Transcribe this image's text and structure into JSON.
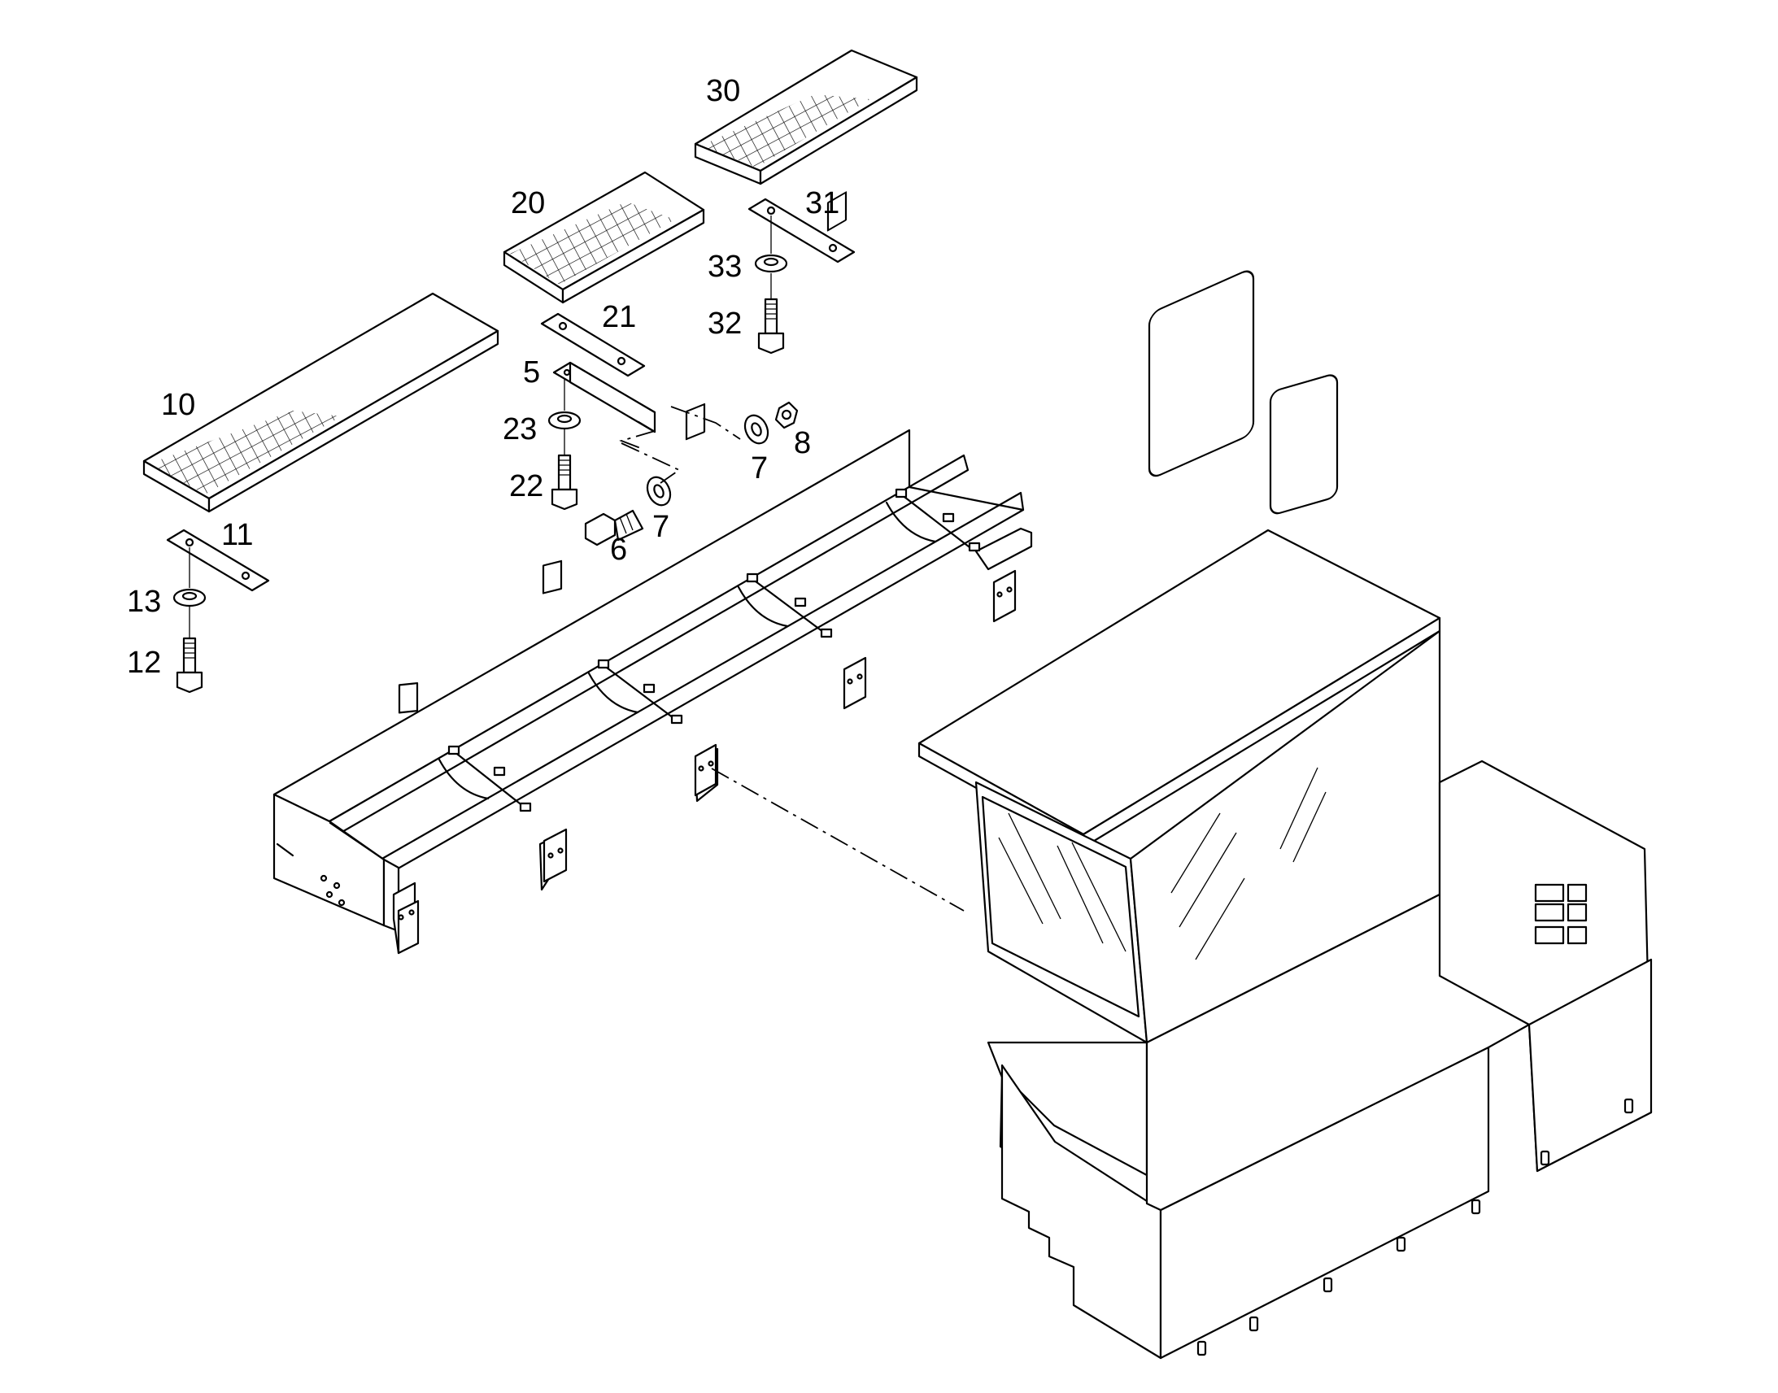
{
  "callouts": {
    "c30": "30",
    "c20": "20",
    "c31": "31",
    "c33": "33",
    "c32": "32",
    "c21": "21",
    "c5": "5",
    "c10": "10",
    "c23": "23",
    "c8": "8",
    "c7a": "7",
    "c22": "22",
    "c7b": "7",
    "c6": "6",
    "c11": "11",
    "c13": "13",
    "c12": "12"
  },
  "colors": {
    "line": "#000000",
    "background": "#ffffff"
  }
}
